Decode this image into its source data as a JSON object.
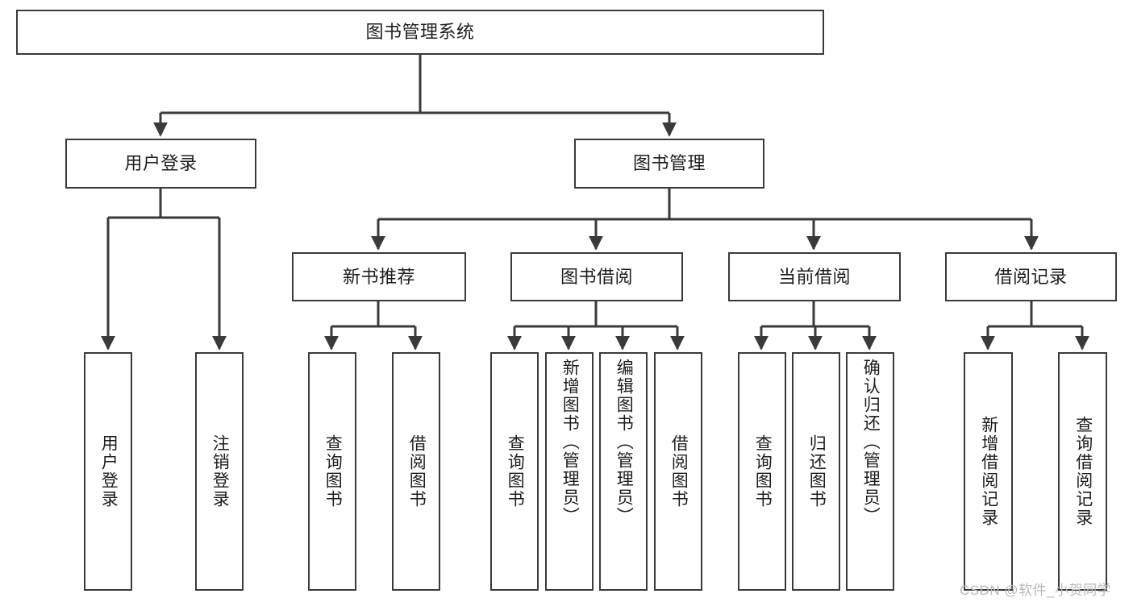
{
  "diagram": {
    "title": "图书管理系统",
    "type": "tree",
    "colors": {
      "stroke": "#3a3a3a",
      "fill": "#ffffff",
      "text": "#1d1d1d",
      "watermark": "#b9b9b9"
    },
    "root": {
      "label": "图书管理系统"
    },
    "level2": [
      {
        "label": "用户登录"
      },
      {
        "label": "图书管理"
      }
    ],
    "level3": [
      {
        "label": "新书推荐"
      },
      {
        "label": "图书借阅"
      },
      {
        "label": "当前借阅"
      },
      {
        "label": "借阅记录"
      }
    ],
    "leaves": {
      "user_login": [
        {
          "label": "用户登录"
        },
        {
          "label": "注销登录"
        }
      ],
      "new_book": [
        {
          "label": "查询图书"
        },
        {
          "label": "借阅图书"
        }
      ],
      "book_borrow": [
        {
          "label": "查询图书"
        },
        {
          "label": "新增图书（管理员）"
        },
        {
          "label": "编辑图书（管理员）"
        },
        {
          "label": "借阅图书"
        }
      ],
      "current_borrow": [
        {
          "label": "查询图书"
        },
        {
          "label": "归还图书"
        },
        {
          "label": "确认归还（管理员）"
        }
      ],
      "borrow_record": [
        {
          "label": "新增借阅记录"
        },
        {
          "label": "查询借阅记录"
        }
      ]
    }
  },
  "watermark": {
    "text": "CSDN @软件_小贺同学"
  }
}
